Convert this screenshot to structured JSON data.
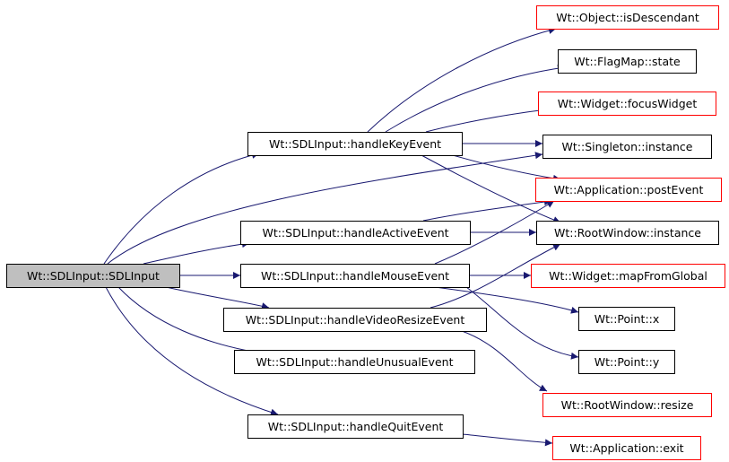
{
  "colors": {
    "background": "#ffffff",
    "root_fill": "#bfbfbf",
    "node_border_black": "#000000",
    "node_border_red": "#ff0000",
    "edge": "#191970"
  },
  "nodes": [
    {
      "id": "sdlinput",
      "label": "Wt::SDLInput::SDLInput",
      "style": "root"
    },
    {
      "id": "handleKeyEvent",
      "label": "Wt::SDLInput::handleKeyEvent",
      "style": "black"
    },
    {
      "id": "handleActiveEvent",
      "label": "Wt::SDLInput::handleActiveEvent",
      "style": "black"
    },
    {
      "id": "handleMouseEvent",
      "label": "Wt::SDLInput::handleMouseEvent",
      "style": "black"
    },
    {
      "id": "handleVideoResizeEvent",
      "label": "Wt::SDLInput::handleVideoResizeEvent",
      "style": "black"
    },
    {
      "id": "handleUnusualEvent",
      "label": "Wt::SDLInput::handleUnusualEvent",
      "style": "black"
    },
    {
      "id": "handleQuitEvent",
      "label": "Wt::SDLInput::handleQuitEvent",
      "style": "black"
    },
    {
      "id": "isDescendant",
      "label": "Wt::Object::isDescendant",
      "style": "red"
    },
    {
      "id": "flagmapState",
      "label": "Wt::FlagMap::state",
      "style": "black"
    },
    {
      "id": "focusWidget",
      "label": "Wt::Widget::focusWidget",
      "style": "red"
    },
    {
      "id": "singletonInstance",
      "label": "Wt::Singleton::instance",
      "style": "black"
    },
    {
      "id": "postEvent",
      "label": "Wt::Application::postEvent",
      "style": "red"
    },
    {
      "id": "rootWindowInstance",
      "label": "Wt::RootWindow::instance",
      "style": "black"
    },
    {
      "id": "mapFromGlobal",
      "label": "Wt::Widget::mapFromGlobal",
      "style": "red"
    },
    {
      "id": "pointX",
      "label": "Wt::Point::x",
      "style": "black"
    },
    {
      "id": "pointY",
      "label": "Wt::Point::y",
      "style": "black"
    },
    {
      "id": "resize",
      "label": "Wt::RootWindow::resize",
      "style": "red"
    },
    {
      "id": "appExit",
      "label": "Wt::Application::exit",
      "style": "red"
    }
  ],
  "edges": [
    {
      "from": "sdlinput",
      "to": "handleKeyEvent"
    },
    {
      "from": "sdlinput",
      "to": "singletonInstance"
    },
    {
      "from": "sdlinput",
      "to": "handleActiveEvent"
    },
    {
      "from": "sdlinput",
      "to": "handleMouseEvent"
    },
    {
      "from": "sdlinput",
      "to": "handleVideoResizeEvent"
    },
    {
      "from": "sdlinput",
      "to": "handleUnusualEvent"
    },
    {
      "from": "sdlinput",
      "to": "handleQuitEvent"
    },
    {
      "from": "handleKeyEvent",
      "to": "isDescendant"
    },
    {
      "from": "handleKeyEvent",
      "to": "flagmapState"
    },
    {
      "from": "handleKeyEvent",
      "to": "focusWidget"
    },
    {
      "from": "handleKeyEvent",
      "to": "singletonInstance"
    },
    {
      "from": "handleKeyEvent",
      "to": "postEvent"
    },
    {
      "from": "handleKeyEvent",
      "to": "rootWindowInstance"
    },
    {
      "from": "handleActiveEvent",
      "to": "postEvent"
    },
    {
      "from": "handleActiveEvent",
      "to": "rootWindowInstance"
    },
    {
      "from": "handleMouseEvent",
      "to": "postEvent"
    },
    {
      "from": "handleMouseEvent",
      "to": "mapFromGlobal"
    },
    {
      "from": "handleMouseEvent",
      "to": "pointX"
    },
    {
      "from": "handleMouseEvent",
      "to": "pointY"
    },
    {
      "from": "handleVideoResizeEvent",
      "to": "rootWindowInstance"
    },
    {
      "from": "handleVideoResizeEvent",
      "to": "resize"
    },
    {
      "from": "handleQuitEvent",
      "to": "appExit"
    }
  ]
}
